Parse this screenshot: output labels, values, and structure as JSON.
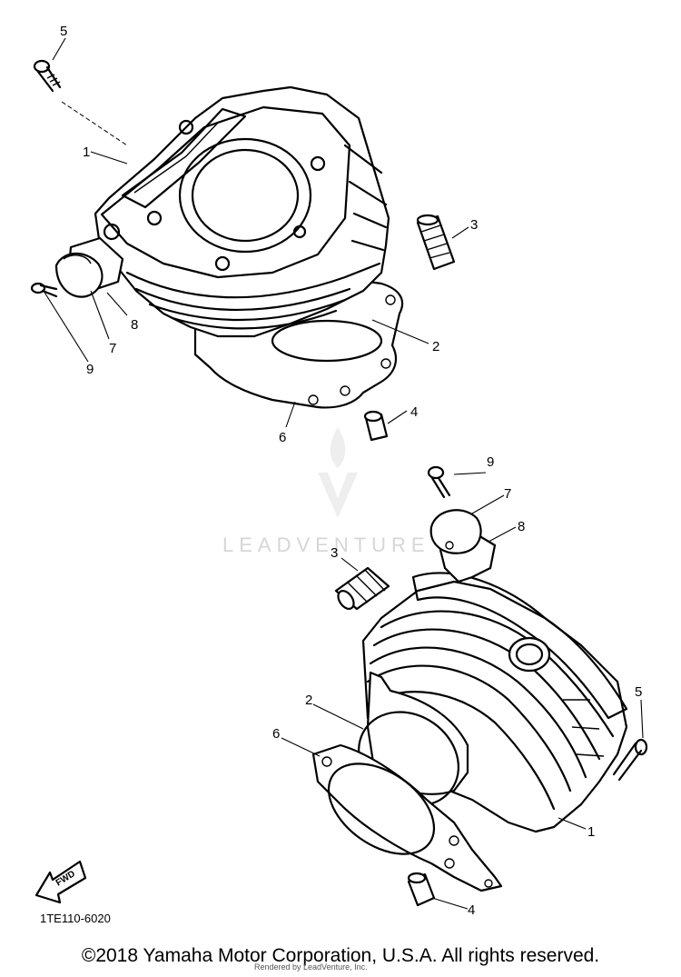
{
  "callouts": {
    "top": [
      "5",
      "1",
      "3",
      "8",
      "7",
      "9",
      "2",
      "4",
      "6"
    ],
    "bottom": [
      "9",
      "7",
      "8",
      "3",
      "2",
      "6",
      "5",
      "1",
      "4"
    ]
  },
  "fwd_label": "FWD",
  "diagram_code": "1TE110-6020",
  "watermark": "LEADVENTURE",
  "copyright": "©2018 Yamaha Motor Corporation, U.S.A. All rights reserved.",
  "rendered_by": "Rendered by LeadVenture, Inc."
}
